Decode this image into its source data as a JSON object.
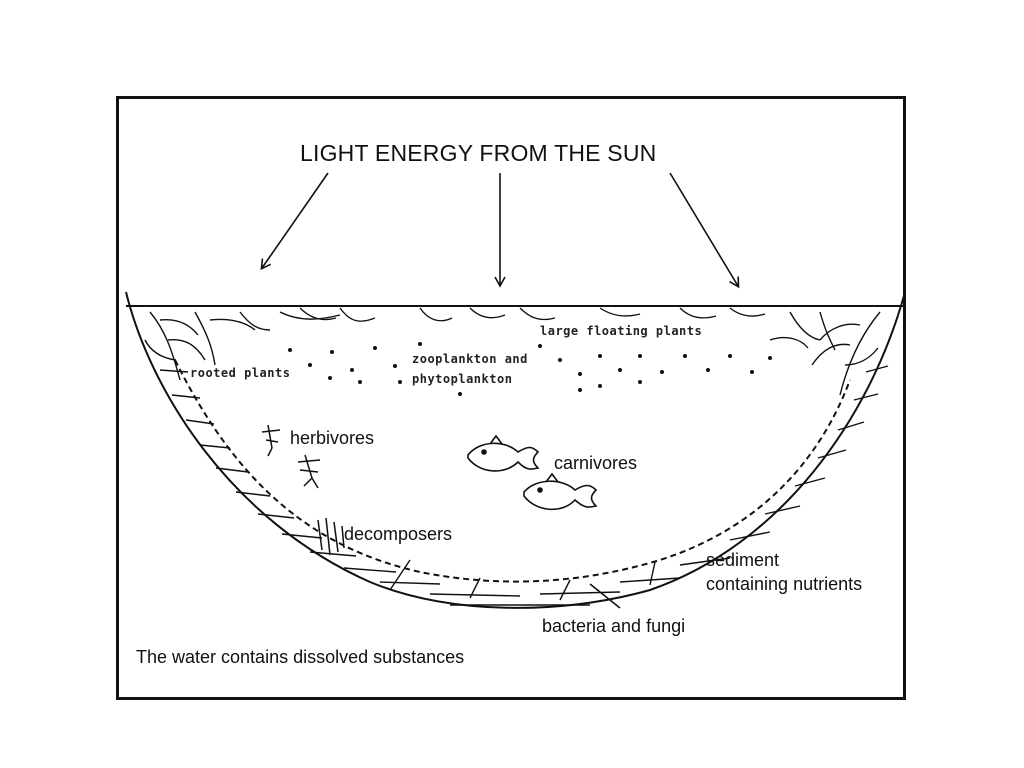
{
  "diagram": {
    "title": "LIGHT ENERGY FROM THE SUN",
    "labels": {
      "large_floating_plants": "large floating plants",
      "zooplankton_phytoplankton_line1": "zooplankton and",
      "zooplankton_phytoplankton_line2": "phytoplankton",
      "rooted_plants": "rooted plants",
      "herbivores": "herbivores",
      "carnivores": "carnivores",
      "decomposers": "decomposers",
      "sediment_line1": "sediment",
      "sediment_line2": "containing nutrients",
      "bacteria_fungi": "bacteria and fungi",
      "water_note": "The water contains dissolved substances"
    },
    "colors": {
      "ink": "#111111",
      "background": "#ffffff"
    }
  }
}
